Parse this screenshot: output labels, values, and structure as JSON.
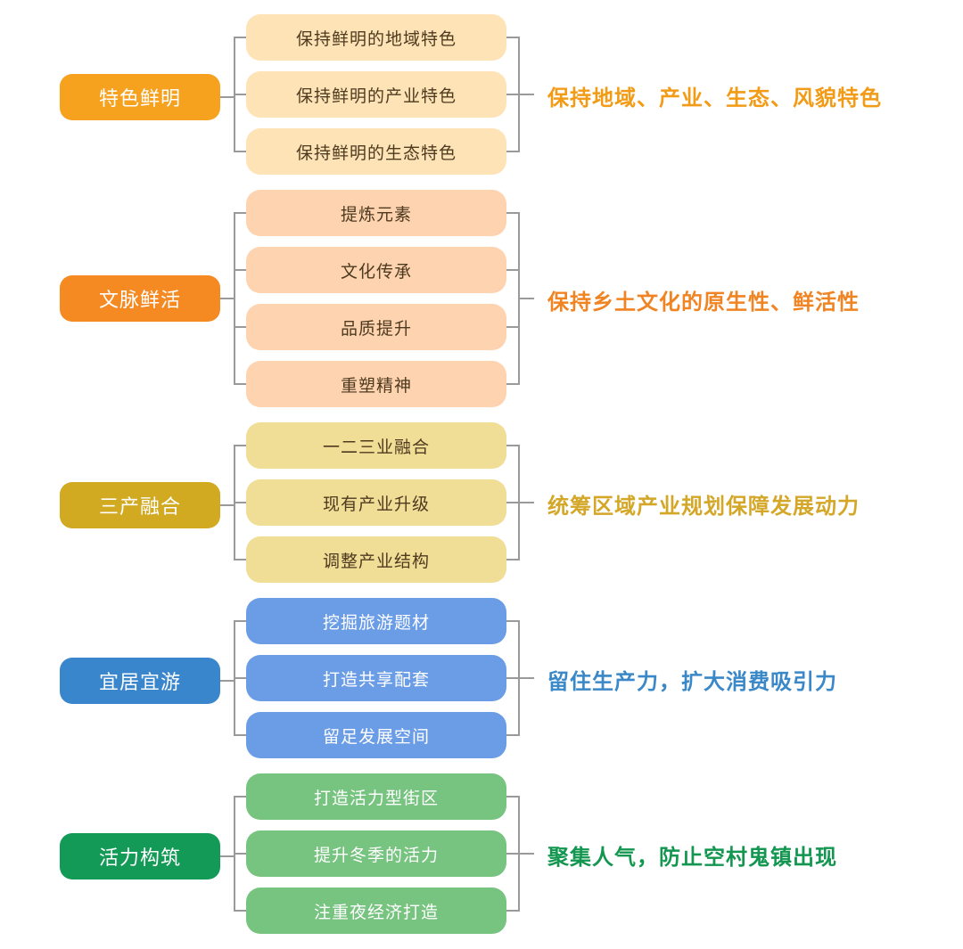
{
  "groups": [
    {
      "title": "特色鲜明",
      "summary": "保持地域、产业、生态、风貌特色",
      "items": [
        "保持鲜明的地域特色",
        "保持鲜明的产业特色",
        "保持鲜明的生态特色"
      ],
      "colors": {
        "main": "#F7A21F",
        "item": "#FDE3B6",
        "itemText": "#4E3A1F",
        "summary": "#F29B16"
      }
    },
    {
      "title": "文脉鲜活",
      "summary": "保持乡土文化的原生性、鲜活性",
      "items": [
        "提炼元素",
        "文化传承",
        "品质提升",
        "重塑精神"
      ],
      "colors": {
        "main": "#F58A23",
        "item": "#FDD3B0",
        "itemText": "#4E3A1F",
        "summary": "#F08423"
      }
    },
    {
      "title": "三产融合",
      "summary": "统筹区域产业规划保障发展动力",
      "items": [
        "一二三业融合",
        "现有产业升级",
        "调整产业结构"
      ],
      "colors": {
        "main": "#D1AA22",
        "item": "#F0DD96",
        "itemText": "#4E3A1F",
        "summary": "#D4A728"
      }
    },
    {
      "title": "宜居宜游",
      "summary": "留住生产力，扩大消费吸引力",
      "items": [
        "挖掘旅游题材",
        "打造共享配套",
        "留足发展空间"
      ],
      "colors": {
        "main": "#3A86CC",
        "item": "#6B9DE6",
        "itemText": "#ffffff",
        "summary": "#3A88C8"
      }
    },
    {
      "title": "活力构筑",
      "summary": "聚集人气，防止空村鬼镇出现",
      "items": [
        "打造活力型街区",
        "提升冬季的活力",
        "注重夜经济打造"
      ],
      "colors": {
        "main": "#149A57",
        "item": "#77C380",
        "itemText": "#ffffff",
        "summary": "#13964F"
      }
    }
  ]
}
